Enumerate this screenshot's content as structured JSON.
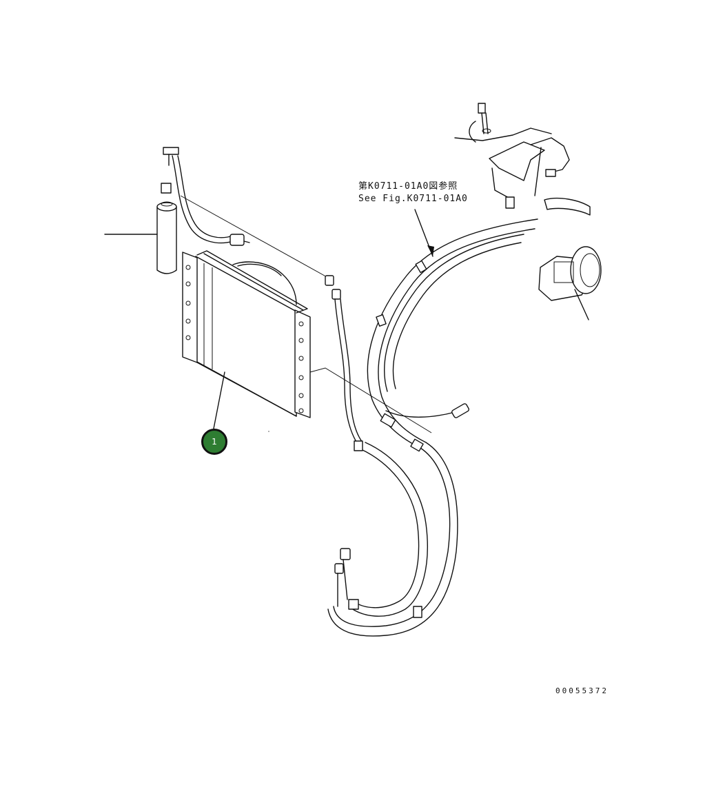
{
  "reference_note": {
    "line_jp": "第K0711-01A0図参照",
    "line_en": "See Fig.K0711-01A0"
  },
  "drawing_number": "00055372",
  "callouts": [
    {
      "label": "1"
    }
  ],
  "colors": {
    "callout_fill": "#2e7d32",
    "line": "#111111",
    "background": "#ffffff"
  }
}
